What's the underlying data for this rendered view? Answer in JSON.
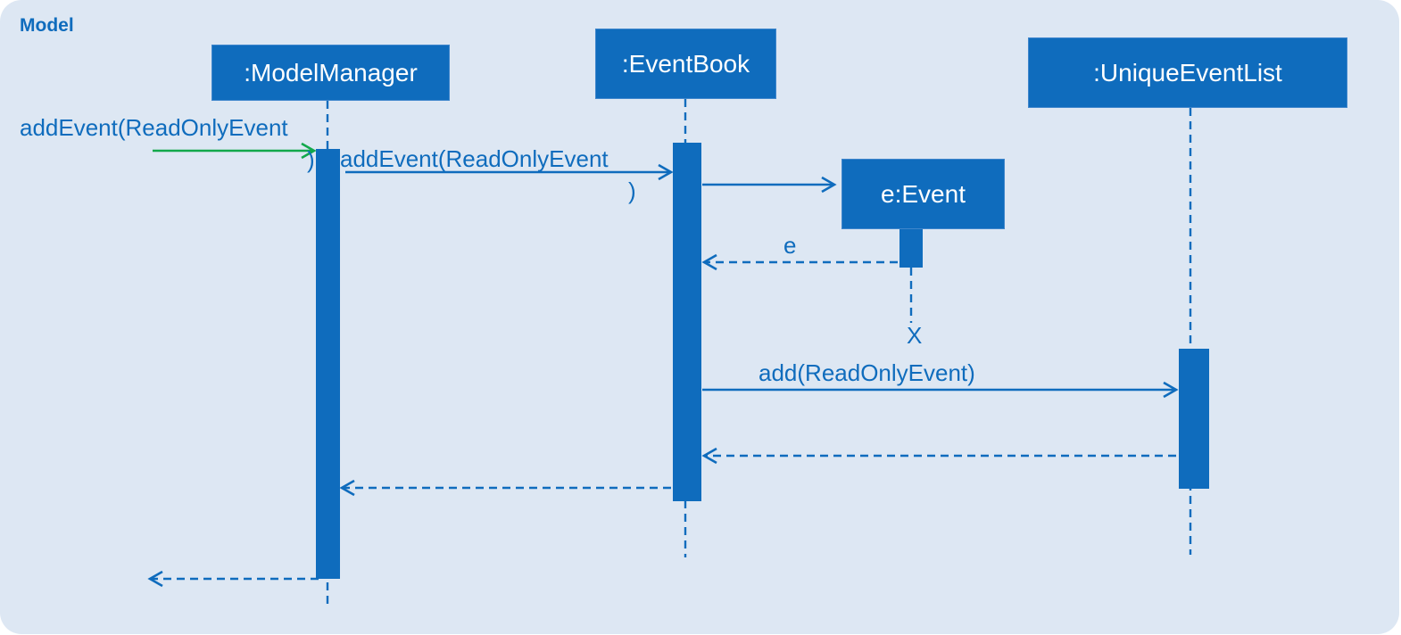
{
  "frame": {
    "title": "Model"
  },
  "lifelines": {
    "model_manager": ":ModelManager",
    "event_book": ":EventBook",
    "unique_event_list": ":UniqueEventList",
    "event": "e:Event"
  },
  "messages": {
    "m1_line1": "addEvent(ReadOnlyEvent",
    "m1_line2": ")",
    "m2_line1": "addEvent(ReadOnlyEvent",
    "m2_line2": ")",
    "return_e": "e",
    "destroy": "X",
    "add_call": "add(ReadOnlyEvent)"
  },
  "colors": {
    "primary": "#0f6cbd",
    "background": "#dde7f3",
    "found_message": "#12a84b"
  }
}
